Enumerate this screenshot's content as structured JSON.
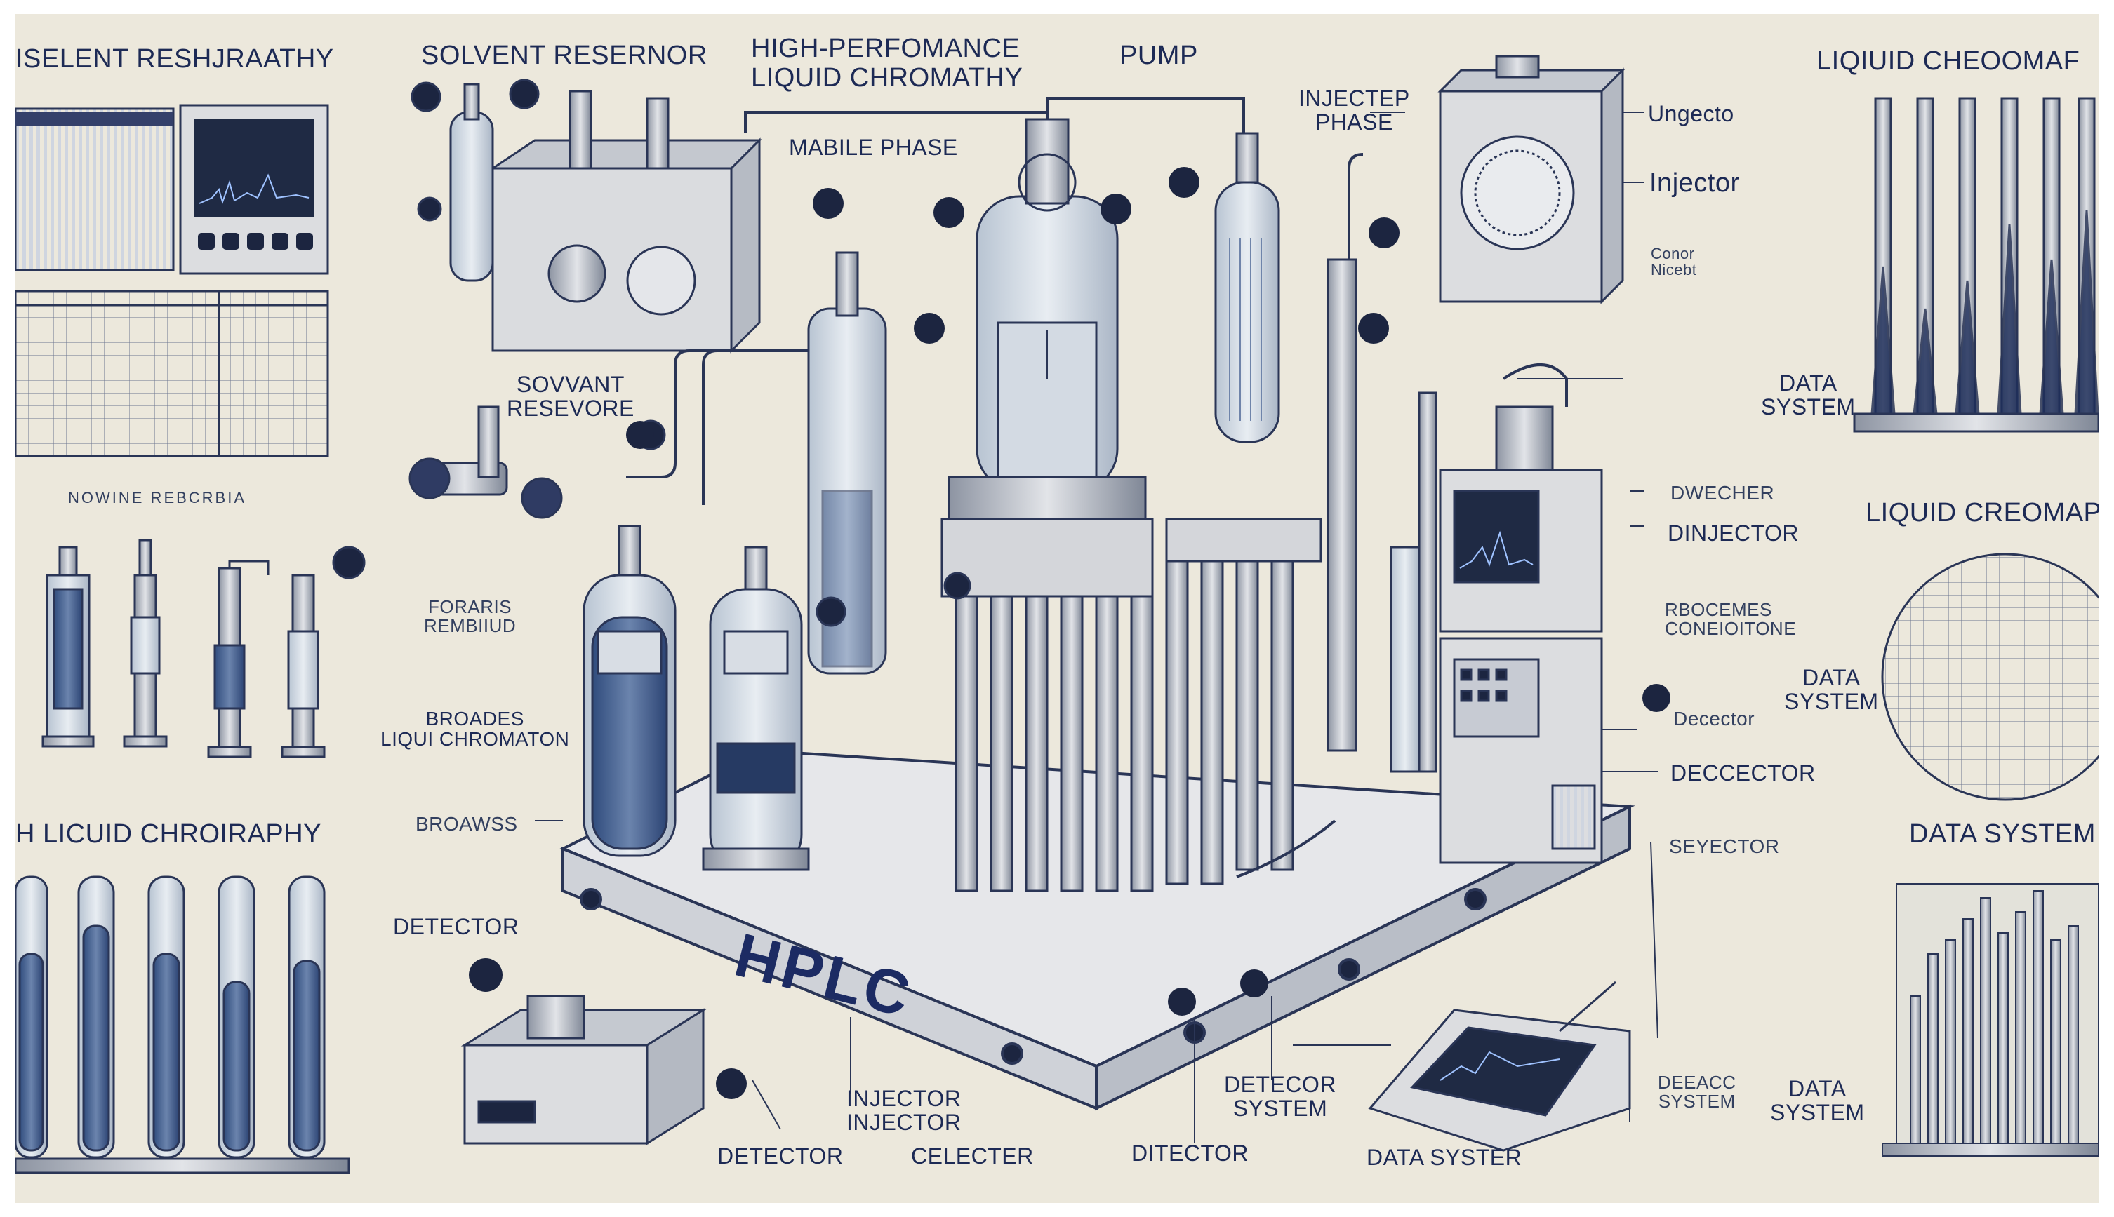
{
  "labels": {
    "top_left": "ISELENT RESHJRAATHY",
    "solvent_reservoir_top": "SOLVENT RESERNOR",
    "title_line1": "HIGH-PERFOMANCE",
    "title_line2": "LIQUID CHROMATHY",
    "pump": "PUMP",
    "mabile_phase": "MABILE PHASE",
    "injecter_phase": "INJECTEP\nPHASE",
    "ungecto": "Ungecto",
    "injector_right": "Injector",
    "conor": "Conor\nNicebt",
    "liquid_top_right": "LIQIUID CHEOOMAF",
    "sovvant": "SOVVANT\nRESEVORE",
    "nowine": "NOWINE  REBCRBIA",
    "foraris": "FORARIS\nREMBIIUD",
    "broades": "BROADES\nLIQUI CHROMATON",
    "high_liquid": "H LICUID CHROIRAPHY",
    "broawss": "BROAWSS",
    "detector_left": "DETECTOR",
    "dmecher": "DWECHER",
    "dinjector": "DINJECTOR",
    "rbocemes": "RBOCEMES\nCONEIOITONE",
    "data_system_right_top": "DATA\nSYSTEM",
    "liquid_mid_right": "LIQUID CREOMAPY",
    "data_system_mid_right": "DATA\nSYSTEM",
    "decector_small": "Decector",
    "deccector_right": "DECCECTOR",
    "seyector": "SEYECTOR",
    "data_system_big": "DATA SYSTEM",
    "injector_injector": "INJECTOR\nINJECTOR",
    "detector_bottom": "DETECTOR",
    "celecter": "CELECTER",
    "ditector": "DITECTOR",
    "detecor_system": "DETECOR\nSYSTEM",
    "data_syster": "DATA SYSTER",
    "deeacc": "DEEACC\nSYSTEM",
    "data_system_bottom_right": "DATA\nSYSTEM",
    "hplc": "HPLC"
  },
  "colors": {
    "background": "#ece8dc",
    "ink": "#1d2a55",
    "liquid": "#3d5a8a",
    "glass": "#c9d4de"
  }
}
